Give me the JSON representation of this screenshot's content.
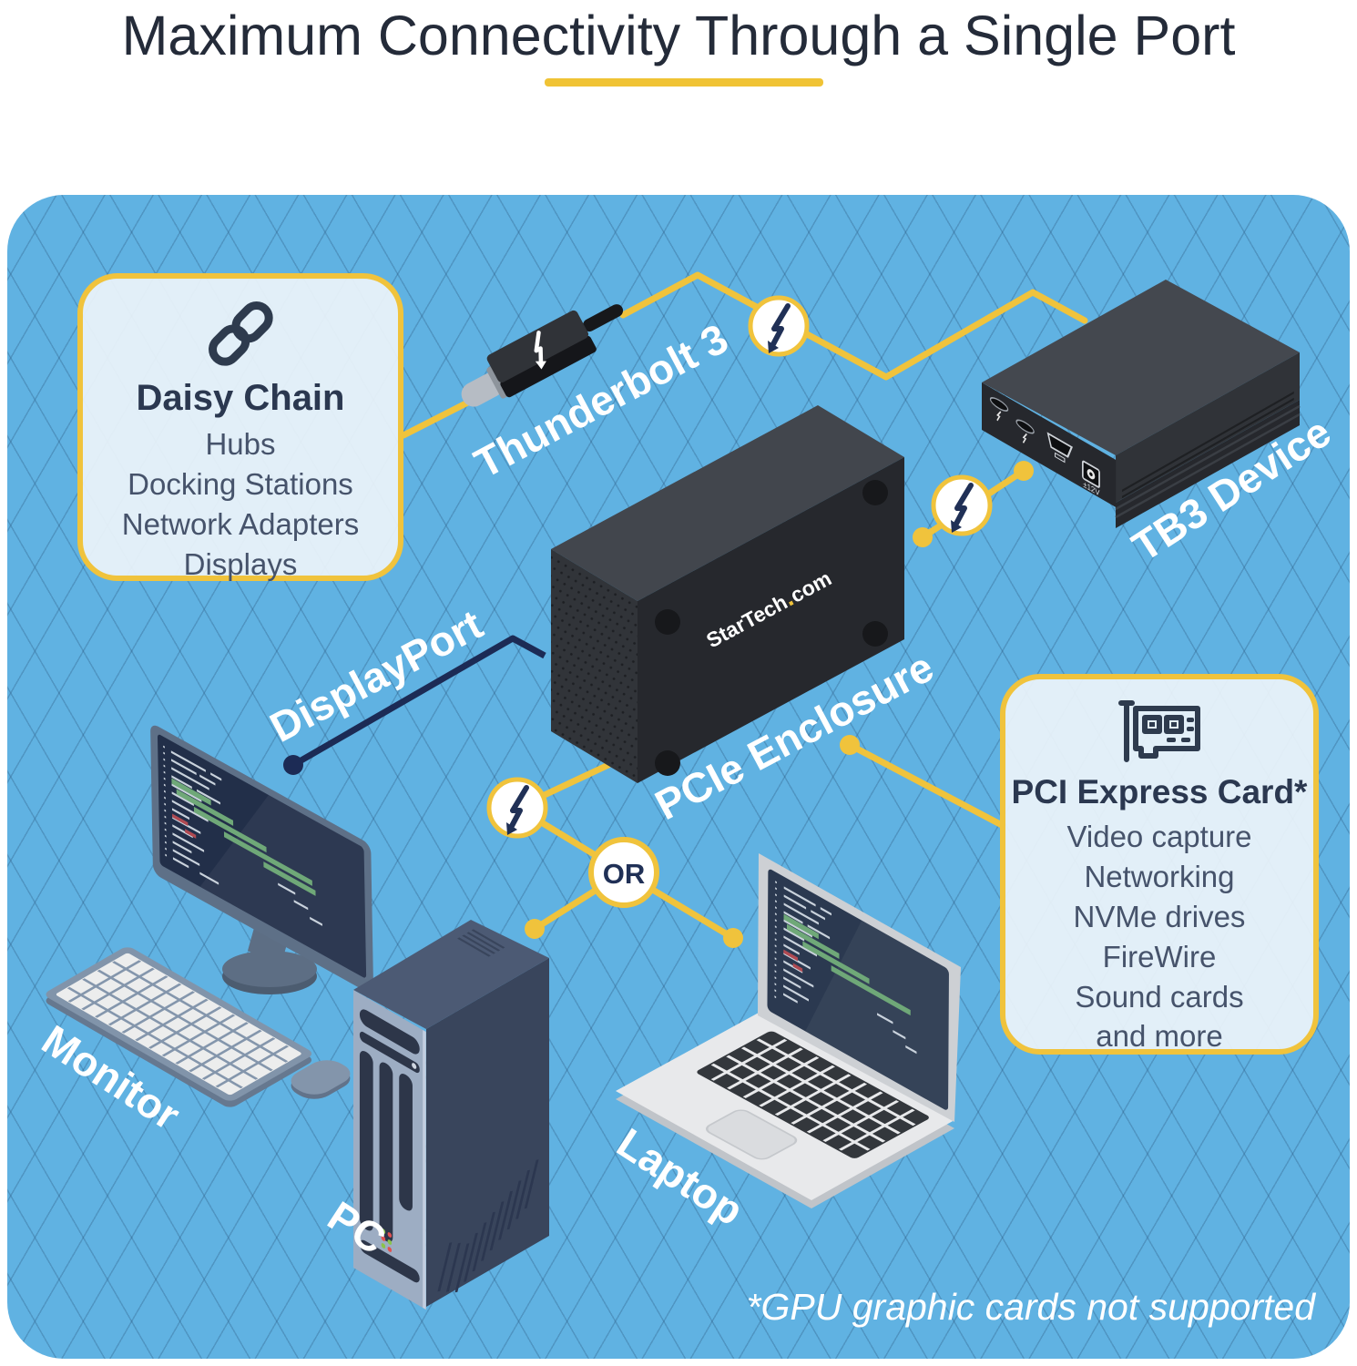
{
  "title": "Maximum Connectivity Through a Single Port",
  "colors": {
    "background_blue": "#60B2E2",
    "accent_yellow": "#F0C33C",
    "navy": "#1E2D52",
    "callout_fill": "#ECF3FA",
    "device_dark": "#26282D",
    "white": "#FFFFFF"
  },
  "daisy_chain_callout": {
    "icon": "chain-link-icon",
    "title": "Daisy Chain",
    "items": [
      "Hubs",
      "Docking Stations",
      "Network Adapters",
      "Displays"
    ]
  },
  "pci_callout": {
    "icon": "pci-card-icon",
    "title": "PCI Express Card*",
    "items": [
      "Video capture",
      "Networking",
      "NVMe drives",
      "FireWire",
      "Sound cards",
      "and more"
    ]
  },
  "labels": {
    "thunderbolt": "Thunderbolt 3",
    "tb3_device": "TB3 Device",
    "pcie_enclosure": "PCIe Enclosure",
    "displayport": "DisplayPort",
    "monitor": "Monitor",
    "pc": "PC",
    "laptop": "Laptop",
    "or": "OR"
  },
  "enclosure_logo": {
    "pre": "StarTech",
    "dot": ".",
    "post": "com"
  },
  "tb3_device_port_label": "±12V",
  "footnote": "*GPU graphic cards not supported"
}
